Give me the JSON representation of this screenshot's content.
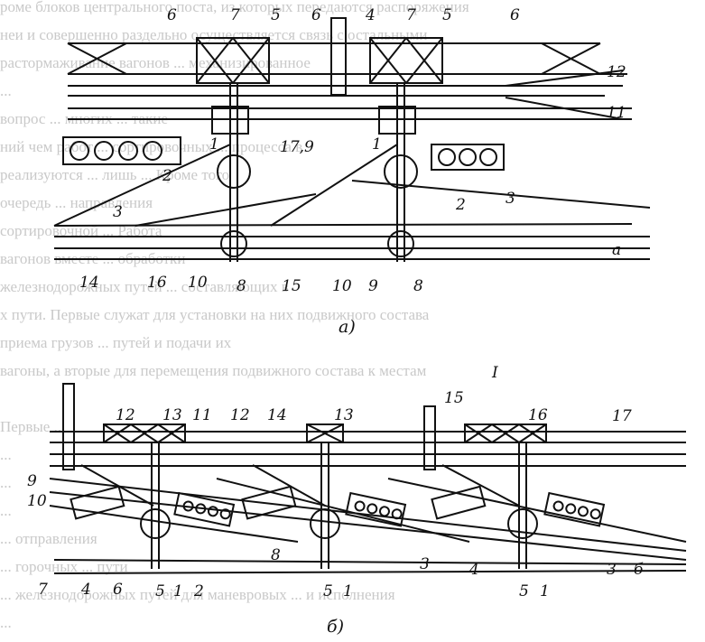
{
  "background_text": [
    "роме блоков центрального поста, из которых передаются распоряжения",
    "неи и совершенно раздельно осуществляется связь с остальными",
    "растормаживание вагонов ... механизированное",
    "...",
    "вопрос ... многих ... такие",
    "ний чем работ ... сортировочных ... процесса в",
    "реализуются ... лишь ... Кроме того",
    "очередь ... направления",
    "сортировочной ... Работа",
    "вагонов вместе ... обработки",
    "железнодорожных путей ... составляющих в",
    "х пути. Первые служат для установки на них подвижного состава",
    "приема грузов ... путей и подачи их",
    "вагоны, а вторые для перемещения подвижного состава к местам",
    "",
    "Первые ... ",
    "...",
    "...",
    "...",
    "... отправления",
    "... горочных ... пути",
    "... железнодорожных путей для маневровых ... и исполнения",
    "... "
  ],
  "labels_a": {
    "top": [
      "6",
      "7",
      "5",
      "6",
      "4",
      "7",
      "5",
      "6"
    ],
    "right": [
      "12",
      "11"
    ],
    "mid": [
      "1",
      "17,9",
      "1",
      "2",
      "2",
      "3",
      "3",
      "а"
    ],
    "bottom": [
      "14",
      "16",
      "10",
      "8",
      "15",
      "10",
      "9",
      "8"
    ],
    "caption": "а)"
  },
  "labels_b": {
    "top": [
      "12",
      "13",
      "11",
      "12",
      "14",
      "13",
      "15",
      "16",
      "17",
      "I"
    ],
    "left": [
      "9",
      "10"
    ],
    "bottom": [
      "7",
      "4",
      "6",
      "5",
      "1",
      "2",
      "8",
      "5",
      "1",
      "3",
      "4",
      "5",
      "1",
      "3",
      "б"
    ],
    "caption": "б)"
  }
}
